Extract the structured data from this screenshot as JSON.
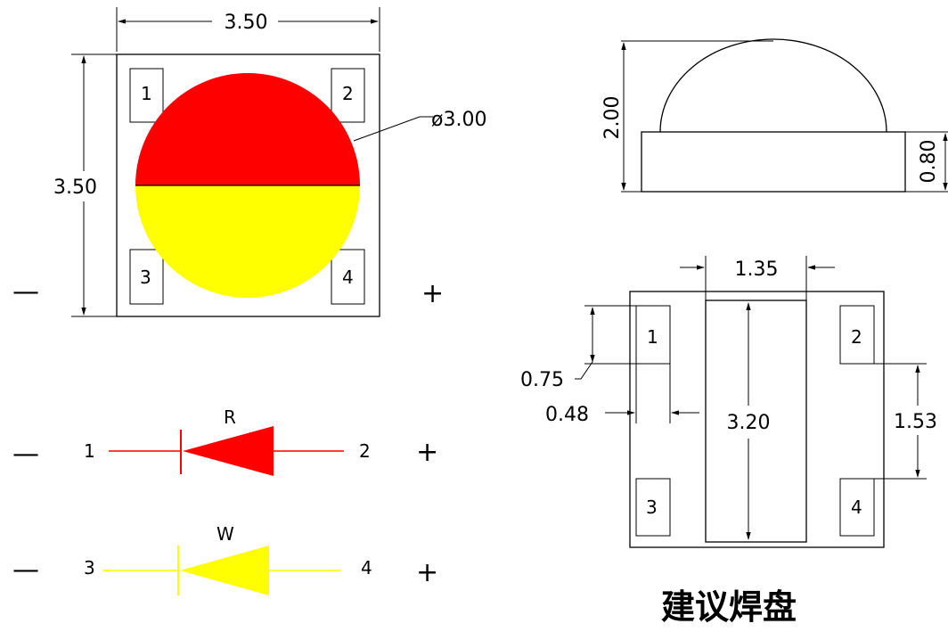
{
  "top_view": {
    "width_dim": "3.50",
    "height_dim": "3.50",
    "diameter_dim": "ø3.00",
    "pads": [
      "1",
      "2",
      "3",
      "4"
    ],
    "minus": "—",
    "plus": "+",
    "upper_color": "#ff0000",
    "lower_color": "#ffff00"
  },
  "side_view": {
    "total_height_dim": "2.00",
    "base_height_dim": "0.80"
  },
  "footprint": {
    "center_width_dim": "1.35",
    "center_height_dim": "3.20",
    "pad_height_dim": "0.75",
    "pad_width_dim": "0.48",
    "pad_spacing_dim": "1.53",
    "pads": [
      "1",
      "2",
      "3",
      "4"
    ],
    "title": "建议焊盘"
  },
  "schematic": {
    "red_led": {
      "label": "R",
      "pin_left": "1",
      "pin_right": "2",
      "minus": "—",
      "plus": "+",
      "color": "#ff0000"
    },
    "white_led": {
      "label": "W",
      "pin_left": "3",
      "pin_right": "4",
      "minus": "—",
      "plus": "+",
      "color": "#ffff00"
    }
  }
}
